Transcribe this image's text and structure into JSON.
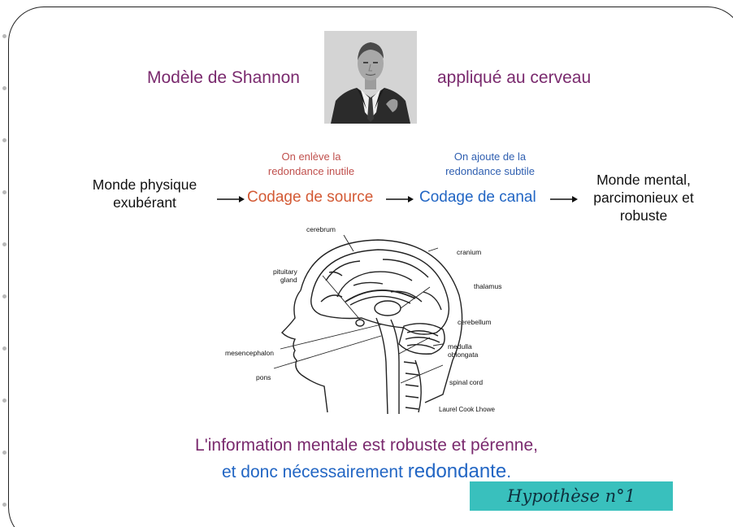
{
  "header": {
    "title_left": "Modèle de Shannon",
    "title_right": "appliqué au cerveau"
  },
  "flow": {
    "start": {
      "line1": "Monde physique",
      "line2": "exubérant"
    },
    "source_note": {
      "line1": "On enlève la",
      "line2": "redondance inutile"
    },
    "source_label": "Codage de source",
    "channel_note": {
      "line1": "On ajoute de la",
      "line2": "redondance subtile"
    },
    "channel_label": "Codage de canal",
    "end": {
      "line1": "Monde mental,",
      "line2": "parcimonieux et",
      "line3": "robuste"
    }
  },
  "brain": {
    "labels": {
      "cerebrum": "cerebrum",
      "cranium": "cranium",
      "pituitary": [
        "pituitary",
        "gland"
      ],
      "thalamus": "thalamus",
      "cerebellum": "cerebellum",
      "mesencephalon": "mesencephalon",
      "medulla": [
        "medulla",
        "oblongata"
      ],
      "pons": "pons",
      "spinal_cord": "spinal cord",
      "credit": "Laurel Cook Lhowe"
    }
  },
  "footer": {
    "line1": "L'information mentale est robuste et pérenne,",
    "line2_prefix": "et donc nécessairement ",
    "line2_emph": "redondante",
    "line2_suffix": ".",
    "hypothesis": "Hypothèse n°1"
  },
  "colors": {
    "title": "#7a2a6e",
    "source": "#d35a35",
    "channel": "#2266c4",
    "hypothesis_bg": "#39c0bd"
  }
}
